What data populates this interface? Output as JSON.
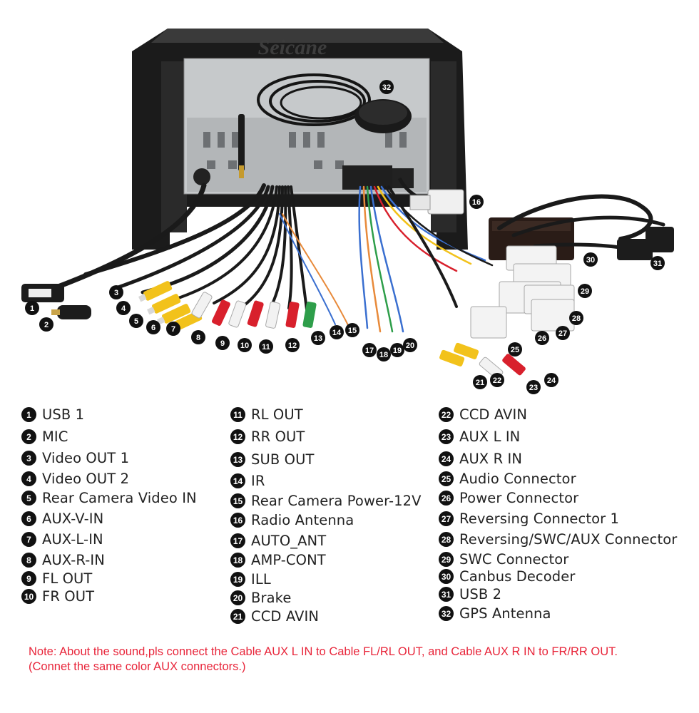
{
  "brand": {
    "logo_text": "Seicane"
  },
  "legend": {
    "items": [
      {
        "num": "1",
        "label": "USB 1"
      },
      {
        "num": "2",
        "label": "MIC"
      },
      {
        "num": "3",
        "label": "Video OUT 1"
      },
      {
        "num": "4",
        "label": "Video OUT 2"
      },
      {
        "num": "5",
        "label": "Rear Camera Video IN"
      },
      {
        "num": "6",
        "label": "AUX-V-IN"
      },
      {
        "num": "7",
        "label": "AUX-L-IN"
      },
      {
        "num": "8",
        "label": "AUX-R-IN"
      },
      {
        "num": "9",
        "label": "FL OUT"
      },
      {
        "num": "10",
        "label": "FR OUT"
      },
      {
        "num": "11",
        "label": "RL OUT"
      },
      {
        "num": "12",
        "label": "RR OUT"
      },
      {
        "num": "13",
        "label": "SUB OUT"
      },
      {
        "num": "14",
        "label": "IR"
      },
      {
        "num": "15",
        "label": "Rear Camera Power-12V"
      },
      {
        "num": "16",
        "label": "Radio Antenna"
      },
      {
        "num": "17",
        "label": "AUTO_ANT"
      },
      {
        "num": "18",
        "label": "AMP-CONT"
      },
      {
        "num": "19",
        "label": "ILL"
      },
      {
        "num": "20",
        "label": "Brake"
      },
      {
        "num": "21",
        "label": "CCD AVIN"
      },
      {
        "num": "22",
        "label": "CCD AVIN"
      },
      {
        "num": "23",
        "label": "AUX L IN"
      },
      {
        "num": "24",
        "label": "AUX R IN"
      },
      {
        "num": "25",
        "label": "Audio Connector"
      },
      {
        "num": "26",
        "label": "Power Connector"
      },
      {
        "num": "27",
        "label": "Reversing Connector 1"
      },
      {
        "num": "28",
        "label": "Reversing/SWC/AUX Connector"
      },
      {
        "num": "29",
        "label": "SWC Connector"
      },
      {
        "num": "30",
        "label": "Canbus Decoder"
      },
      {
        "num": "31",
        "label": "USB 2"
      },
      {
        "num": "32",
        "label": "GPS Antenna"
      }
    ]
  },
  "note": {
    "text": "Note: About the sound,pls connect the Cable AUX L IN to Cable FL/RL OUT, and Cable AUX R IN to FR/RR OUT.(Connet the same color AUX connectors.)"
  },
  "colors": {
    "note_text": "#e8253a",
    "badge_fill": "#111111",
    "rca_yellow": "#f2c21b",
    "rca_red": "#d8202c",
    "rca_white": "#f2f2f2",
    "rca_green": "#2e9e4a",
    "unit_silver": "#bfc2c4",
    "bezel_black": "#1b1b1b"
  }
}
